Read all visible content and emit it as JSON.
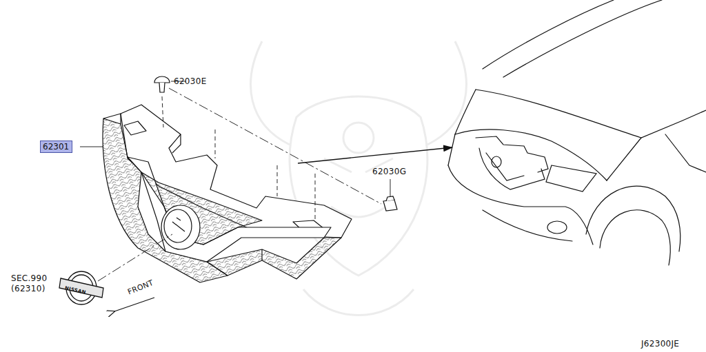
{
  "diagram": {
    "nodes": [
      {
        "text": [
          "62301"
        ]
      }
    ],
    "labels": [
      "62030E",
      "62030G",
      "SEC.990",
      "(62310)",
      "FRONT",
      "NISSAN",
      "J62300JE"
    ]
  }
}
